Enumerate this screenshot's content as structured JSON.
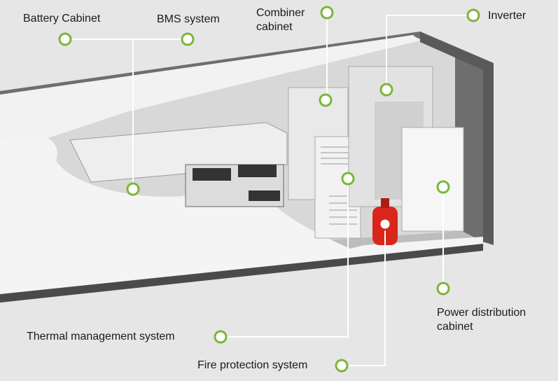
{
  "labels": {
    "battery_cabinet": "Battery Cabinet",
    "bms_system": "BMS system",
    "combiner_cabinet_1": "Combiner",
    "combiner_cabinet_2": "cabinet",
    "inverter": "Inverter",
    "power_distribution_1": "Power distribution",
    "power_distribution_2": "cabinet",
    "thermal_management": "Thermal management system",
    "fire_protection": "Fire protection system"
  },
  "colors": {
    "background": "#e7e6e6",
    "marker_ring": "#7cb53a",
    "fire_marker": "#d9261c",
    "leader_line": "#ffffff"
  }
}
